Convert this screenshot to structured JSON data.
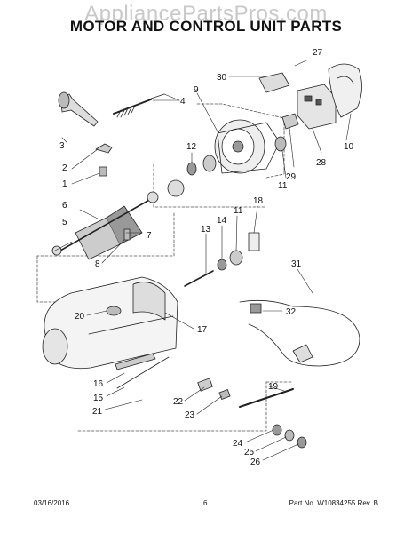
{
  "watermark": "AppliancePartsPros.com",
  "title": "MOTOR AND CONTROL UNIT PARTS",
  "footer": {
    "date": "03/16/2016",
    "page": "6",
    "part_no": "Part No. W10834255  Rev. B"
  },
  "callouts": [
    "1",
    "2",
    "3",
    "4",
    "5",
    "6",
    "7",
    "8",
    "9",
    "10",
    "11",
    "11",
    "12",
    "13",
    "14",
    "15",
    "16",
    "17",
    "18",
    "19",
    "20",
    "21",
    "22",
    "23",
    "24",
    "25",
    "26",
    "27",
    "28",
    "29",
    "30",
    "31",
    "32"
  ]
}
